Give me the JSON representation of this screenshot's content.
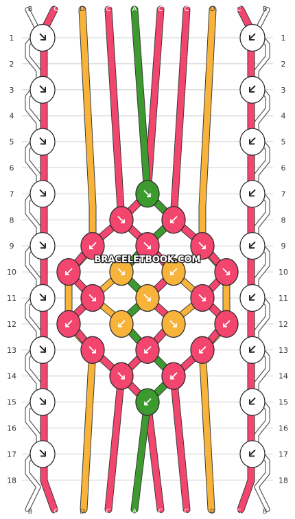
{
  "pattern": {
    "watermark": "BRACELETBOOK.COM",
    "row_numbers": [
      "1",
      "2",
      "3",
      "4",
      "5",
      "6",
      "7",
      "8",
      "9",
      "10",
      "11",
      "12",
      "13",
      "14",
      "15",
      "16",
      "17",
      "18"
    ],
    "strings_top": [
      "B",
      "C",
      "D",
      "C",
      "A",
      "C",
      "C",
      "D",
      "C",
      "B"
    ],
    "strings_bottom": [
      "B",
      "C",
      "D",
      "C",
      "A",
      "C",
      "C",
      "D",
      "C",
      "B"
    ],
    "colors": {
      "A": "#3d9a2f",
      "B": "#ffffff",
      "C": "#f2466f",
      "D": "#f8b33a"
    }
  }
}
